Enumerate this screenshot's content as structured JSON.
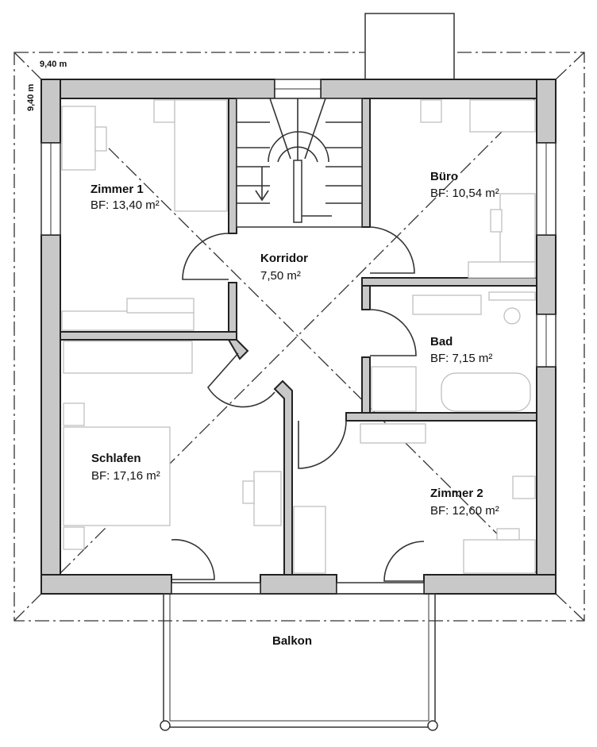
{
  "dimensions": {
    "width_label": "9,40 m",
    "height_label": "9,40 m"
  },
  "rooms": [
    {
      "name": "Zimmer 1",
      "area": "BF: 13,40 m²"
    },
    {
      "name": "Korridor",
      "area": "7,50 m²"
    },
    {
      "name": "Büro",
      "area": "BF: 10,54 m²"
    },
    {
      "name": "Bad",
      "area": "BF: 7,15 m²"
    },
    {
      "name": "Schlafen",
      "area": "BF: 17,16 m²"
    },
    {
      "name": "Zimmer 2",
      "area": "BF: 12,60 m²"
    }
  ],
  "balcony": {
    "name": "Balkon"
  },
  "colors": {
    "wall": "#c8c8c8",
    "line": "#222222",
    "furniture": "#bbbbbb"
  }
}
